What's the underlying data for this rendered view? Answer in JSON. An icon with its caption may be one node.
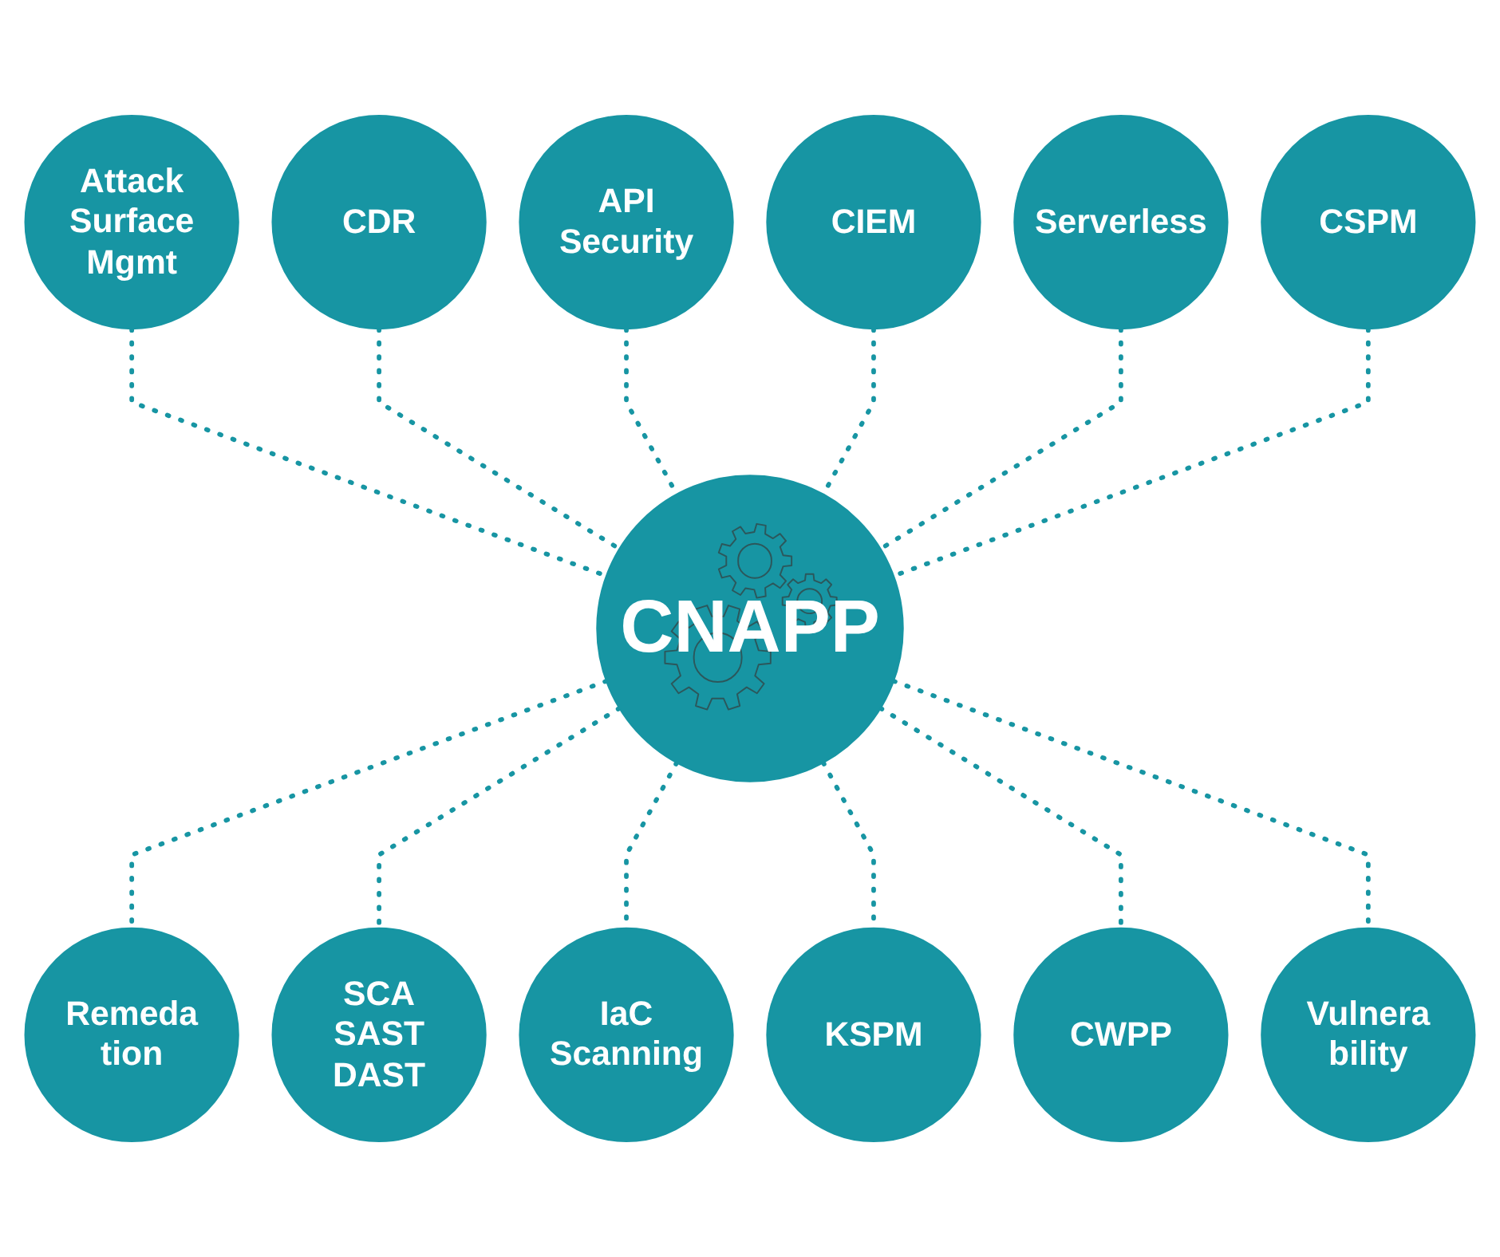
{
  "diagram": {
    "nodes": [
      {
        "text": [
          "CNAPP"
        ]
      },
      {
        "text": [
          "API Security"
        ]
      },
      {
        "text": [
          "CIEM"
        ]
      },
      {
        "text": [
          "Serverless"
        ]
      },
      {
        "text": [
          "CSPM"
        ]
      },
      {
        "text": [
          "Vulnera bility"
        ]
      },
      {
        "text": [
          "CWPP"
        ]
      },
      {
        "text": [
          "KSPM"
        ]
      },
      {
        "text": [
          "IaC Scanning"
        ]
      },
      {
        "text": [
          "SCA SAST DAST"
        ]
      },
      {
        "text": [
          "Remeda tion"
        ]
      },
      {
        "text": [
          "Attack Surface Mgmt"
        ]
      },
      {
        "text": [
          "CDR"
        ]
      }
    ],
    "edges": [
      {
        "from": 11,
        "to": 0,
        "arrow": "none",
        "style": "dashed"
      },
      {
        "from": 12,
        "to": 0,
        "arrow": "none",
        "style": "dashed"
      },
      {
        "from": 1,
        "to": 0,
        "arrow": "none",
        "style": "dashed"
      },
      {
        "from": 2,
        "to": 0,
        "arrow": "none",
        "style": "dashed"
      },
      {
        "from": 3,
        "to": 0,
        "arrow": "none",
        "style": "dashed"
      },
      {
        "from": 4,
        "to": 0,
        "arrow": "none",
        "style": "dashed"
      },
      {
        "from": 0,
        "to": 10,
        "arrow": "none",
        "style": "dashed"
      },
      {
        "from": 0,
        "to": 9,
        "arrow": "none",
        "style": "dashed"
      },
      {
        "from": 0,
        "to": 8,
        "arrow": "none",
        "style": "dashed"
      },
      {
        "from": 0,
        "to": 7,
        "arrow": "none",
        "style": "dashed"
      },
      {
        "from": 0,
        "to": 6,
        "arrow": "none",
        "style": "dashed"
      },
      {
        "from": 0,
        "to": 5,
        "arrow": "none",
        "style": "dashed"
      }
    ]
  }
}
